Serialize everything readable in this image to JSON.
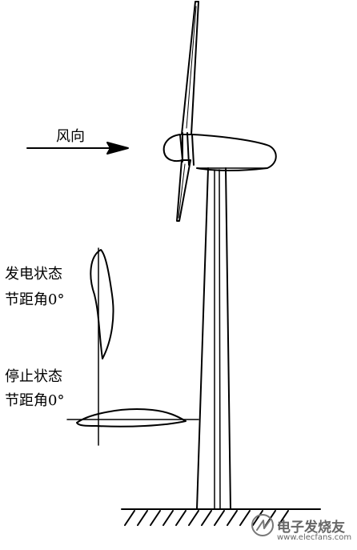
{
  "labels": {
    "wind_direction": "风向",
    "operating_state": "发电状态",
    "operating_pitch": "节距角0°",
    "stopped_state": "停止状态",
    "stopped_pitch": "节距角0°"
  },
  "watermark": {
    "name": "电子发烧友",
    "url": "www.elecfans.com"
  },
  "colors": {
    "line": "#000000",
    "watermark": "#777777"
  }
}
